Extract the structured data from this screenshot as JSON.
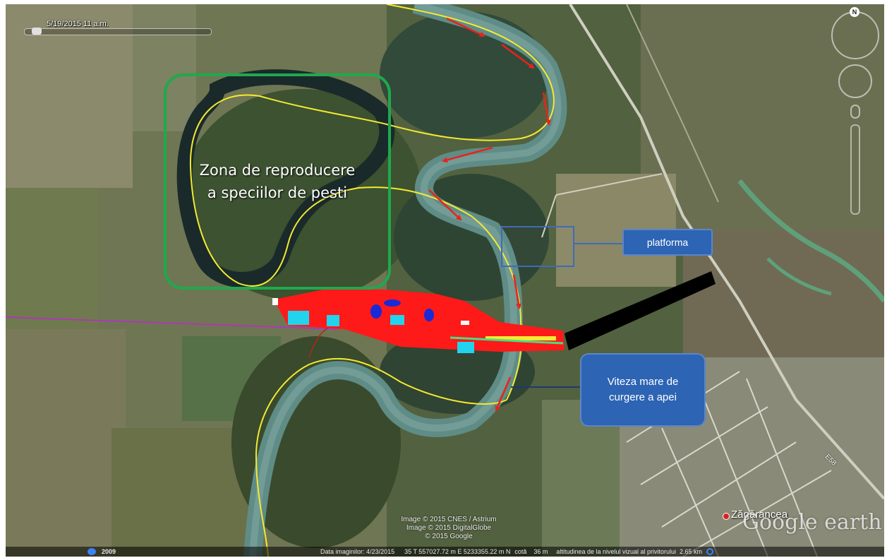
{
  "map": {
    "timestamp": "5/19/2015 11 a.m.",
    "north_label": "N",
    "year_label": "2009",
    "zone_label": "Zona de reproducere\na speciilor de pesti",
    "platform_label": "platforma",
    "velocity_label": "Viteza mare de\ncurgere a apei",
    "place_name": "Zăgărancea",
    "road_label": "E58",
    "watermark": "Google earth",
    "credits": [
      "Image © 2015 CNES / Astrium",
      "Image © 2015 DigitalGlobe",
      "© 2015 Google"
    ],
    "status": {
      "imagery_date": "Data imaginilor: 4/23/2015",
      "coordinates": "35 T 557027.72 m E 5233355.22 m N",
      "elevation": "cotă    36 m",
      "eye_altitude": "altitudinea de la nivelul vizual al privitorului  2.65 km"
    }
  },
  "colors": {
    "zone_border": "#1fa94e",
    "callout_fill": "#2d64b4",
    "flow_arrow": "#e8231c",
    "river_trace": "#f3ea32",
    "bridge_red": "#ff1a1a",
    "bridge_cyan": "#22d3ee",
    "bridge_blue": "#1a2ad6",
    "bridge_black": "#000000"
  }
}
